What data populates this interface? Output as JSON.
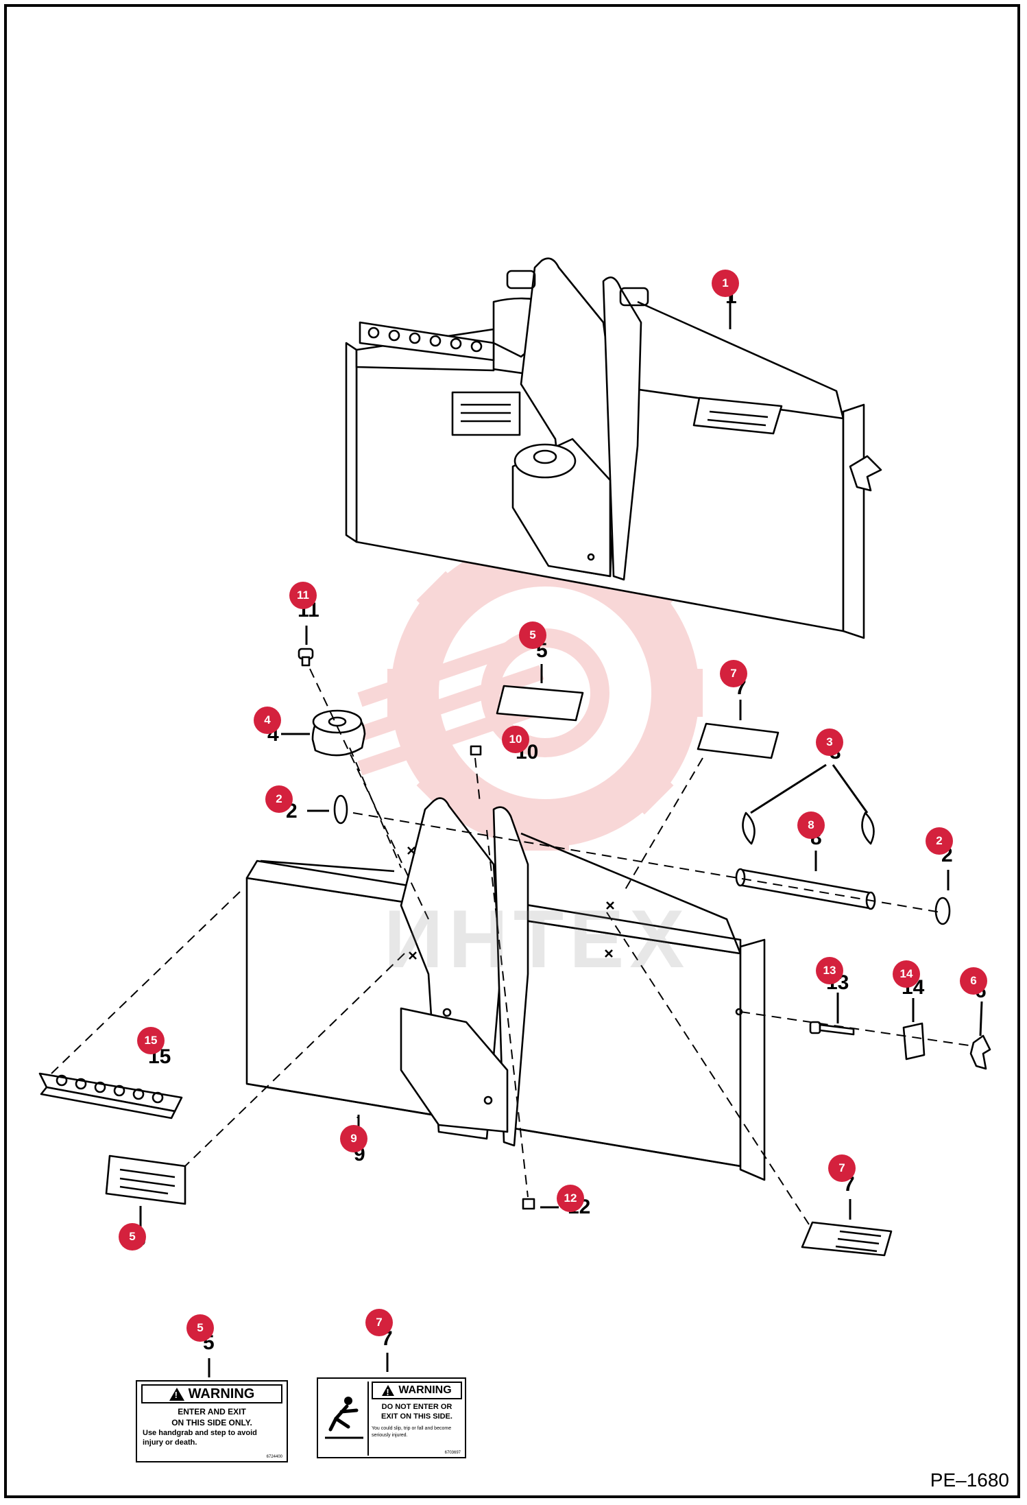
{
  "callouts": [
    {
      "num": "1",
      "label": "1"
    },
    {
      "num": "11",
      "label": "11"
    },
    {
      "num": "5",
      "label": "5"
    },
    {
      "num": "7",
      "label": "7"
    },
    {
      "num": "4",
      "label": "4"
    },
    {
      "num": "10",
      "label": "10"
    },
    {
      "num": "3",
      "label": "3"
    },
    {
      "num": "2",
      "label": "2"
    },
    {
      "num": "8",
      "label": "8"
    },
    {
      "num": "2",
      "label": "2"
    },
    {
      "num": "13",
      "label": "13"
    },
    {
      "num": "14",
      "label": "14"
    },
    {
      "num": "6",
      "label": "6"
    },
    {
      "num": "15",
      "label": "15"
    },
    {
      "num": "9",
      "label": "9"
    },
    {
      "num": "12",
      "label": "12"
    },
    {
      "num": "7",
      "label": "7"
    },
    {
      "num": "5",
      "label": "5"
    },
    {
      "num": "5",
      "label": "5"
    },
    {
      "num": "7",
      "label": "7"
    }
  ],
  "decal_warning_left": {
    "title": "WARNING",
    "line1": "ENTER AND EXIT",
    "line2": "ON THIS SIDE ONLY.",
    "line3": "Use handgrab and step to avoid",
    "line4": "injury or death.",
    "code": "6724400"
  },
  "decal_warning_right": {
    "title": "WARNING",
    "line1": "DO NOT ENTER OR",
    "line2": "EXIT ON THIS SIDE.",
    "line3": "You could slip, trip or fall and become",
    "line4": "seriously injured.",
    "code": "6703697"
  },
  "watermark_text": "ИНТЕХ",
  "drawing_ref": "PE–1680",
  "colors": {
    "callout": "#d4213d",
    "watermark": "#f4b8b8",
    "line": "#000000"
  }
}
